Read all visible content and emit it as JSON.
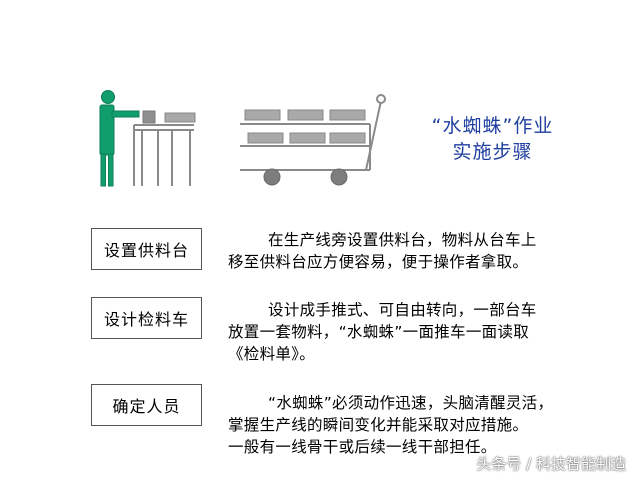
{
  "title": {
    "line1": "“水蜘蛛”作业",
    "line2": "实施步骤"
  },
  "steps": [
    {
      "label": "设置供料台",
      "lines": [
        "在生产线旁设置供料台，物料从台车上",
        "移至供料台应方便容易，便于操作者拿取。"
      ]
    },
    {
      "label": "设计检料车",
      "lines": [
        "设计成手推式、可自由转向，一部台车",
        "放置一套物料，“水蜘蛛”一面推车一面读取",
        "《检料单》。"
      ]
    },
    {
      "label": "确定人员",
      "lines": [
        "“水蜘蛛”必须动作迅速，头脑清醒灵活，",
        "掌握生产线的瞬间变化并能采取对应措施。",
        "一般有一线骨干或后续一线干部担任。"
      ]
    }
  ],
  "watermark": "头条号 / 科技智能制造",
  "colors": {
    "figure": "#119e6d",
    "title": "#1f3f9f",
    "block_fill": "#a9a9a9",
    "outline": "#8a8a8a"
  }
}
